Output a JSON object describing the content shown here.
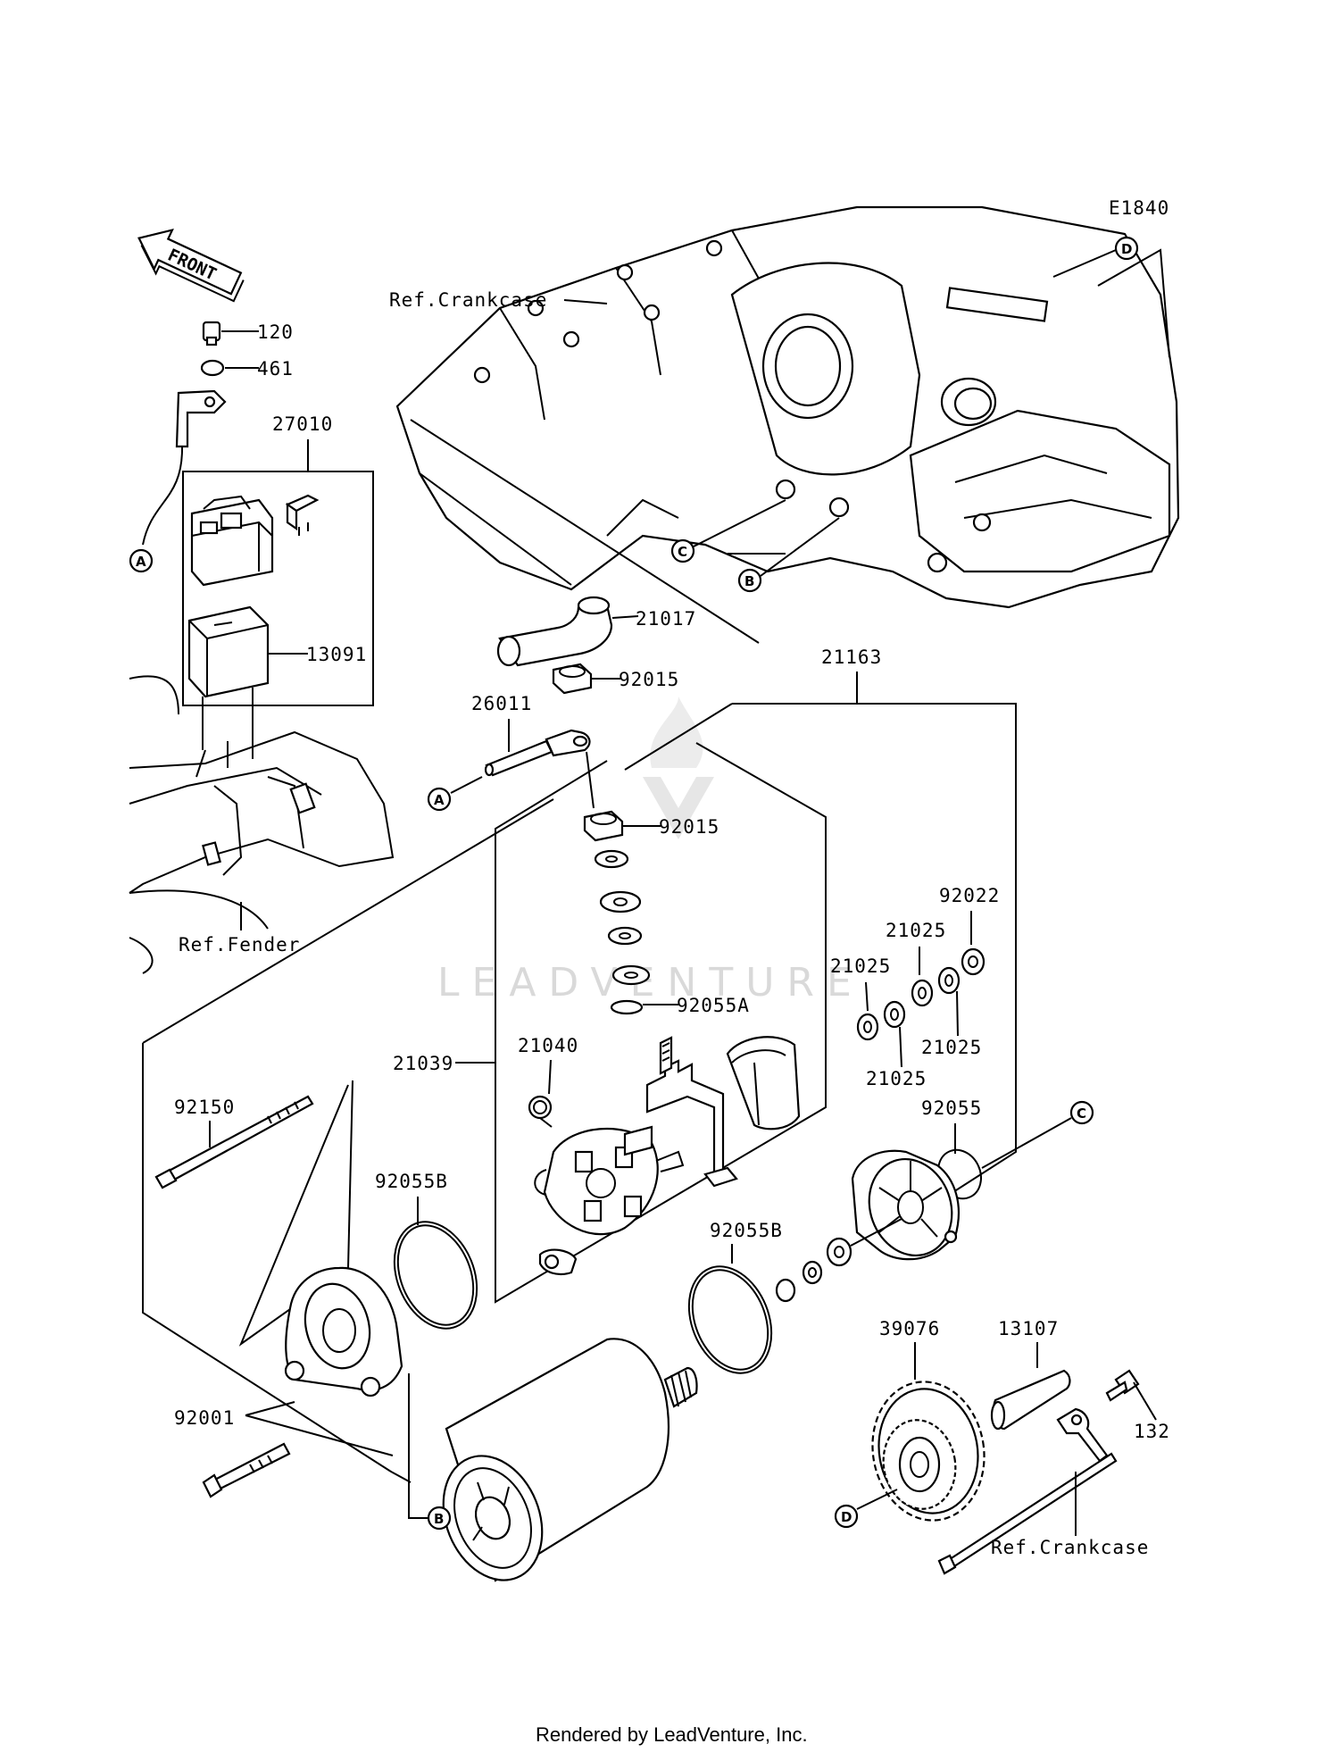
{
  "diagram_code": "E1840",
  "front_label": "FRONT",
  "footer": "Rendered by LeadVenture, Inc.",
  "watermark": "LEADVENTURE",
  "refs": {
    "crankcase_top": "Ref.Crankcase",
    "fender": "Ref.Fender",
    "crankcase_bottom": "Ref.Crankcase"
  },
  "callouts": {
    "a1": "A",
    "a2": "A",
    "b1": "B",
    "b2": "B",
    "c1": "C",
    "c2": "C",
    "d1": "D",
    "d2": "D"
  },
  "parts": {
    "p120": "120",
    "p461": "461",
    "p27010": "27010",
    "p13091": "13091",
    "p21017": "21017",
    "p92015a": "92015",
    "p26011": "26011",
    "p21163": "21163",
    "p92015b": "92015",
    "p92022": "92022",
    "p21025a": "21025",
    "p21025b": "21025",
    "p21025c": "21025",
    "p21025d": "21025",
    "p92055A": "92055A",
    "p21040": "21040",
    "p21039": "21039",
    "p92150": "92150",
    "p92055B1": "92055B",
    "p92055": "92055",
    "p92055B2": "92055B",
    "p39076": "39076",
    "p13107": "13107",
    "p92001": "92001",
    "p132": "132"
  }
}
